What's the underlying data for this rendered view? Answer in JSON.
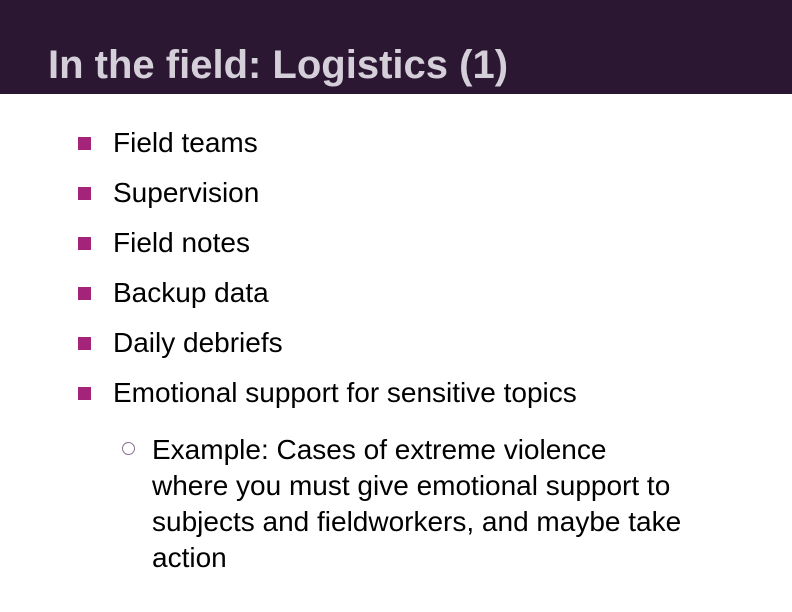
{
  "slide": {
    "title": "In the field: Logistics (1)",
    "bullets": [
      {
        "label": "Field teams"
      },
      {
        "label": "Supervision"
      },
      {
        "label": "Field notes"
      },
      {
        "label": "Backup data"
      },
      {
        "label": "Daily debriefs"
      },
      {
        "label": "Emotional support for sensitive topics"
      }
    ],
    "sub_bullet": {
      "lines": [
        "Example: Cases of extreme violence",
        "where you must give emotional support to",
        "subjects and fieldworkers, and maybe take",
        "action"
      ]
    },
    "colors": {
      "header_background": "#2c1733",
      "title_text": "#d5cfd9",
      "bullet_square": "#a32478",
      "sub_bullet_circle": "#8d6f96",
      "body_text": "#000000",
      "slide_background": "#ffffff"
    },
    "icons": {
      "square-bullet-icon": "filled magenta square (CSS box)",
      "circle-bullet-icon": "outlined mauve circle (CSS border-radius)"
    }
  }
}
